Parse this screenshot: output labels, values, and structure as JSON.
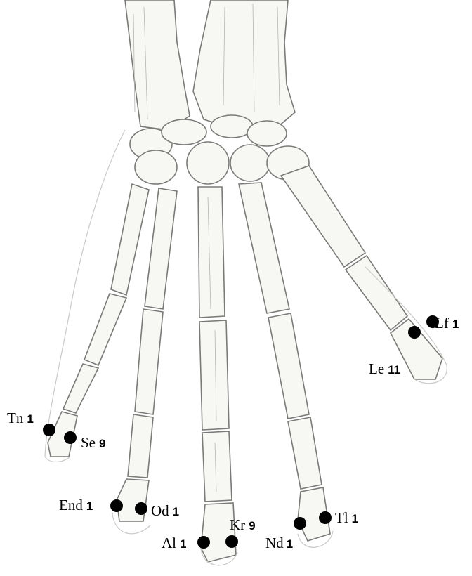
{
  "points": [
    {
      "id": "tn",
      "code": "Tn",
      "num": "1"
    },
    {
      "id": "se",
      "code": "Se",
      "num": "9"
    },
    {
      "id": "end",
      "code": "End",
      "num": "1"
    },
    {
      "id": "od",
      "code": "Od",
      "num": "1"
    },
    {
      "id": "al",
      "code": "Al",
      "num": "1"
    },
    {
      "id": "kr",
      "code": "Kr",
      "num": "9"
    },
    {
      "id": "nd",
      "code": "Nd",
      "num": "1"
    },
    {
      "id": "tl",
      "code": "Tl",
      "num": "1"
    },
    {
      "id": "le",
      "code": "Le",
      "num": "11"
    },
    {
      "id": "lf",
      "code": "Lf",
      "num": "1"
    }
  ],
  "colors": {
    "marker": "#000000",
    "bone_outline": "#7a7a78",
    "bone_fill": "#f7f7f4"
  }
}
